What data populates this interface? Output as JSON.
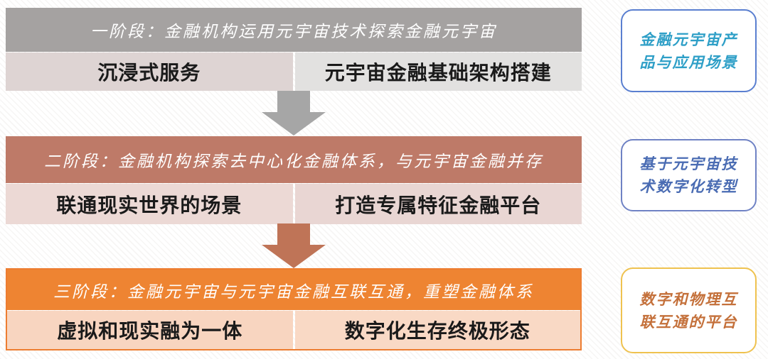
{
  "diagram": {
    "stages": [
      {
        "header": "一阶段：金融机构运用元宇宙技术探索金融元宇宙",
        "items": [
          "沉浸式服务",
          "元宇宙金融基础架构搭建"
        ],
        "colors": {
          "header_bg": "#A5A2A1",
          "header_text": "#FFFFFF",
          "item_left_bg": "#DED4D3",
          "item_right_bg": "#E2E1E0",
          "item_text": "#1A1A1A"
        }
      },
      {
        "header": "二阶段：金融机构探索去中心化金融体系，与元宇宙金融并存",
        "items": [
          "联通现实世界的场景",
          "打造专属特征金融平台"
        ],
        "colors": {
          "header_bg": "#BE7A68",
          "header_text": "#FFFFFF",
          "item_left_bg": "#ECD9D5",
          "item_right_bg": "#E9D6D3",
          "item_text": "#1A1A1A"
        }
      },
      {
        "header": "三阶段：金融元宇宙与元宇宙金融互联互通，重塑金融体系",
        "items": [
          "虚拟和现实融为一体",
          "数字化生存终极形态"
        ],
        "colors": {
          "header_bg": "#EE8432",
          "header_text": "#FFFFFF",
          "item_left_bg": "#F8D5C0",
          "item_right_bg": "#F9D9C5",
          "item_text": "#1A1A1A",
          "group_border": "#ED7D31"
        }
      }
    ],
    "arrows": [
      {
        "color": "#A6A6A6"
      },
      {
        "color": "#BF7457"
      }
    ],
    "side_notes": [
      {
        "lines": [
          "金融元宇宙产",
          "品与应用场景"
        ],
        "border_color": "#5A7FD0",
        "text_color": "#2E9FC7"
      },
      {
        "lines": [
          "基于元宇宙技",
          "术数字化转型"
        ],
        "border_color": "#6F82C4",
        "text_color": "#4A6CB3"
      },
      {
        "lines": [
          "数字和物理互",
          "联互通的平台"
        ],
        "border_color": "#EFC24F",
        "text_color": "#C4703A"
      }
    ]
  }
}
